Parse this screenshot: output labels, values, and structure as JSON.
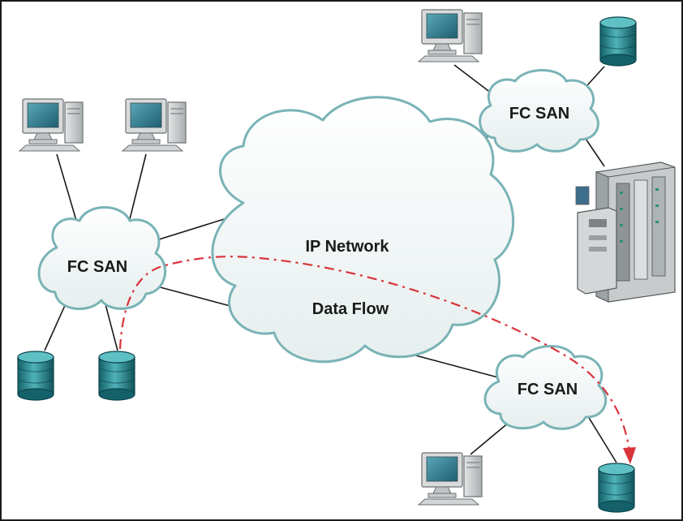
{
  "diagram": {
    "clouds": {
      "left_san": "FC SAN",
      "top_right_san": "FC SAN",
      "bottom_right_san": "FC SAN",
      "ip_network": "IP Network"
    },
    "flow_label": "Data Flow",
    "colors": {
      "cloud_fill": "#f3f6f6",
      "cloud_stroke": "#7ab3b6",
      "flow_line": "#d9333a",
      "connector": "#1a1a1a",
      "storage": "#1f7d86",
      "monitor_screen": "#2f7a8c"
    },
    "icons": [
      "computer-icon",
      "storage-drum-icon",
      "server-rack-icon"
    ]
  }
}
